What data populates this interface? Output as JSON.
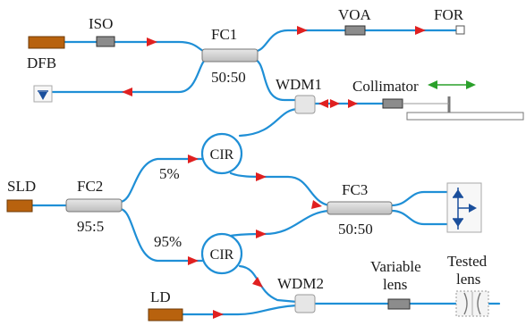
{
  "labels": {
    "dfb": "DFB",
    "iso": "ISO",
    "fc1": "FC1",
    "fc1_ratio": "50:50",
    "voa": "VOA",
    "for": "FOR",
    "wdm1": "WDM1",
    "collimator": "Collimator",
    "cir_top": "CIR",
    "pct5": "5%",
    "sld": "SLD",
    "fc2": "FC2",
    "fc2_ratio": "95:5",
    "fc3": "FC3",
    "fc3_ratio": "50:50",
    "pct95": "95%",
    "cir_bottom": "CIR",
    "wdm2": "WDM2",
    "variable_lens_1": "Variable",
    "variable_lens_2": "lens",
    "tested_lens_1": "Tested",
    "tested_lens_2": "lens",
    "ld": "LD"
  },
  "colors": {
    "fiber": "#1f8fd6",
    "source": "#b8620e",
    "arrow": "#e02020",
    "collimator_arrow": "#2aa02a",
    "detector": "#1a4f9c",
    "device": "#8c8c8c"
  }
}
